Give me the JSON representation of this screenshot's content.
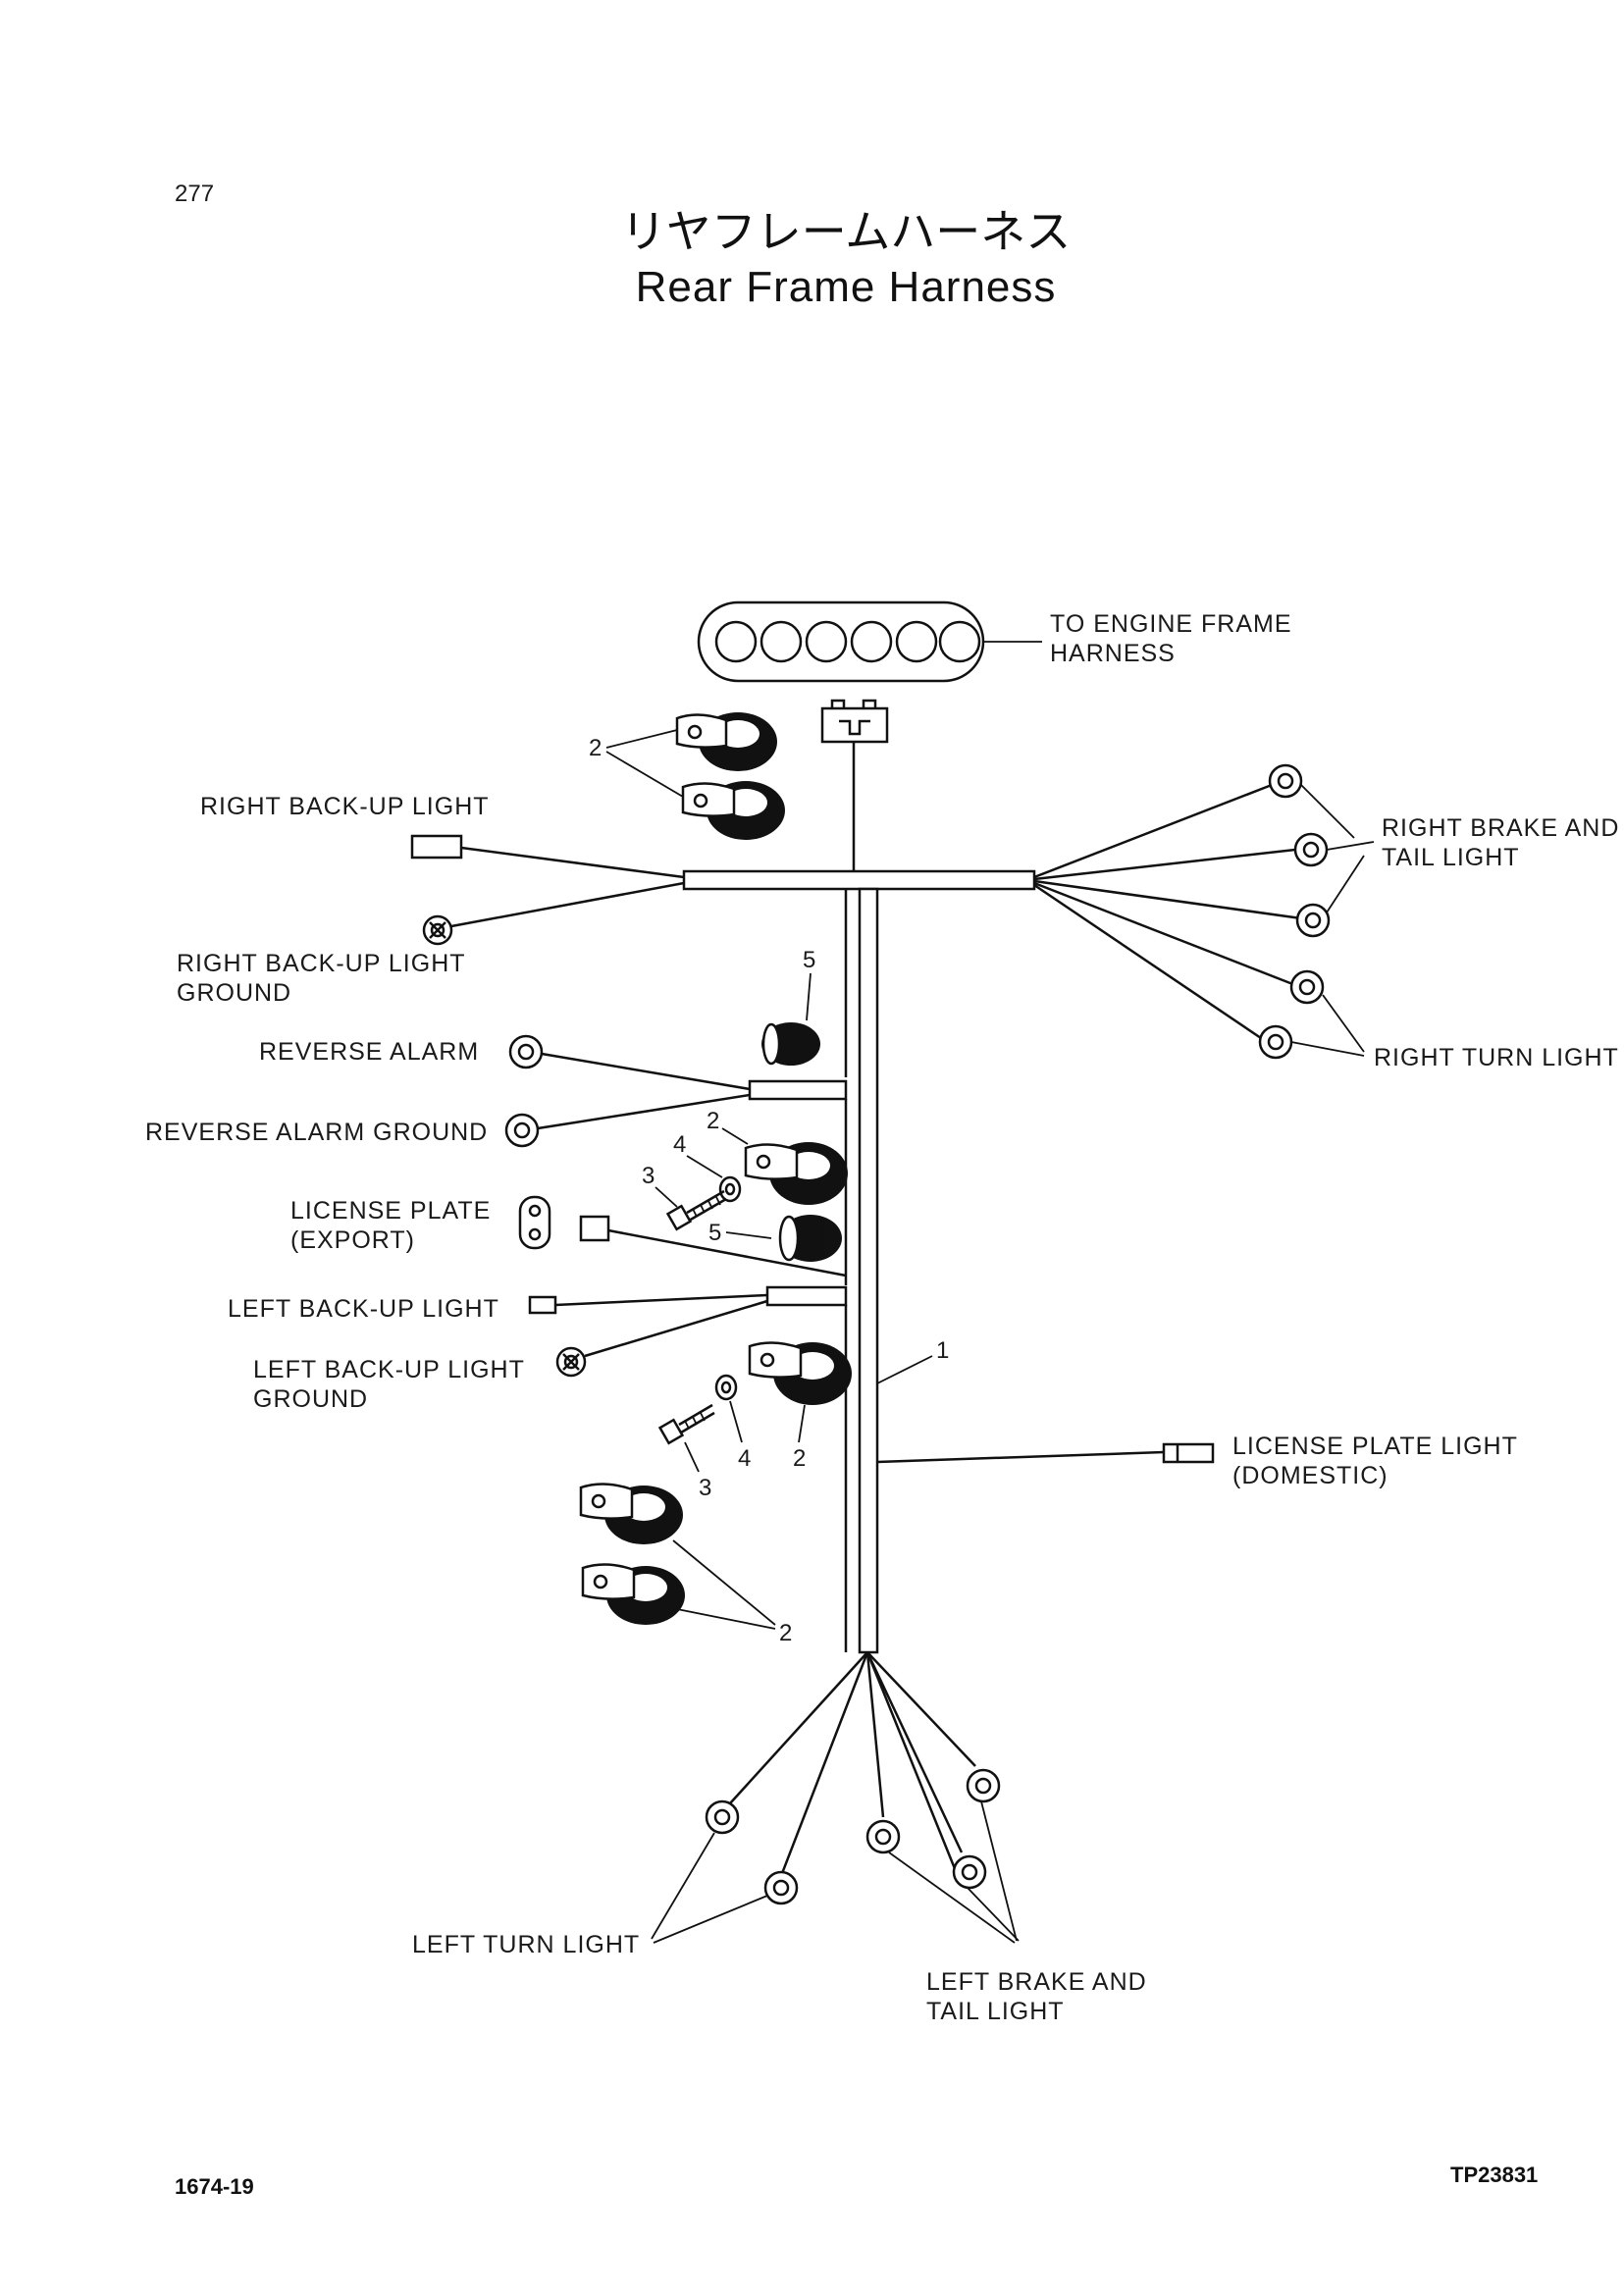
{
  "page_number": "277",
  "title": {
    "japanese": "リヤフレームハーネス",
    "english": "Rear Frame Harness"
  },
  "labels": {
    "to_engine_frame": [
      "TO ENGINE FRAME",
      "HARNESS"
    ],
    "right_backup_light": "RIGHT BACK-UP LIGHT",
    "right_backup_ground": [
      "RIGHT BACK-UP LIGHT",
      "GROUND"
    ],
    "right_brake_tail": [
      "RIGHT BRAKE AND",
      "TAIL LIGHT"
    ],
    "right_turn": "RIGHT TURN LIGHT",
    "reverse_alarm": "REVERSE ALARM",
    "reverse_alarm_ground": "REVERSE ALARM GROUND",
    "license_plate_export": [
      "LICENSE PLATE",
      "(EXPORT)"
    ],
    "left_backup_light": "LEFT BACK-UP LIGHT",
    "left_backup_ground": [
      "LEFT BACK-UP LIGHT",
      "GROUND"
    ],
    "license_plate_domestic": [
      "LICENSE PLATE LIGHT",
      "(DOMESTIC)"
    ],
    "left_turn": "LEFT TURN LIGHT",
    "left_brake_tail": [
      "LEFT BRAKE AND",
      "TAIL LIGHT"
    ]
  },
  "callouts": {
    "clamp": "2",
    "bolt": "3",
    "washer": "4",
    "grommet": "5",
    "harness": "1"
  },
  "footer": {
    "left_code": "1674-19",
    "right_code": "TP23831"
  }
}
